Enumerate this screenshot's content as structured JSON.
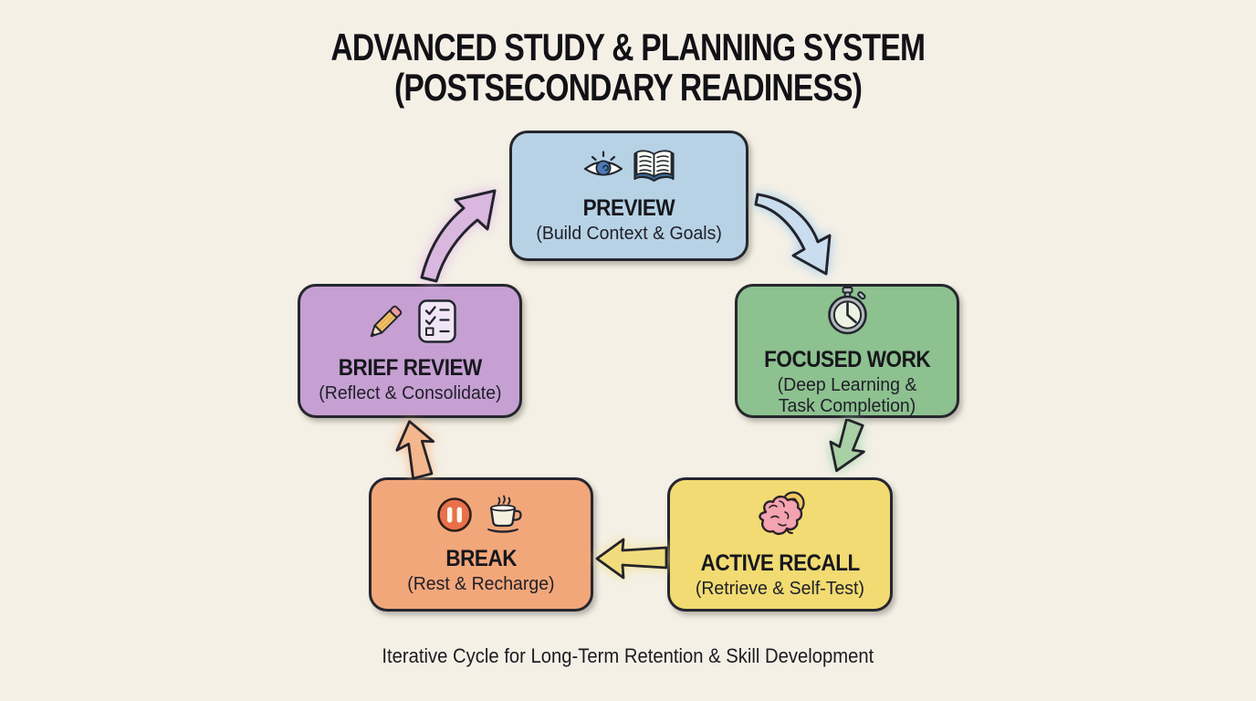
{
  "title": {
    "line1": "ADVANCED STUDY & PLANNING SYSTEM",
    "line2": "(POSTSECONDARY READINESS)"
  },
  "caption": "Iterative Cycle for Long-Term Retention & Skill Development",
  "colors": {
    "background": "#f4f0e6",
    "border": "#26262e",
    "text": "#15151a"
  },
  "nodes": [
    {
      "id": "preview",
      "title": "PREVIEW",
      "subtitle": "(Build Context & Goals)",
      "fill": "#b7d2e5",
      "icons": [
        "eye-icon",
        "open-book-icon"
      ]
    },
    {
      "id": "focused-work",
      "title": "FOCUSED WORK",
      "subtitle": "(Deep Learning & Task Completion)",
      "fill": "#8dc18f",
      "icons": [
        "stopwatch-icon"
      ]
    },
    {
      "id": "active-recall",
      "title": "ACTIVE RECALL",
      "subtitle": "(Retrieve & Self-Test)",
      "fill": "#f1db72",
      "icons": [
        "brain-question-icon"
      ]
    },
    {
      "id": "break",
      "title": "BREAK",
      "subtitle": "(Rest & Recharge)",
      "fill": "#f2a77a",
      "icons": [
        "pause-icon",
        "coffee-cup-icon"
      ]
    },
    {
      "id": "brief-review",
      "title": "BRIEF REVIEW",
      "subtitle": "(Reflect & Consolidate)",
      "fill": "#c6a0d2",
      "icons": [
        "pencil-icon",
        "checklist-icon"
      ]
    }
  ],
  "arrows": [
    {
      "from": "preview",
      "to": "focused-work",
      "color": "#c9ddee",
      "style": "curved down-right"
    },
    {
      "from": "focused-work",
      "to": "active-recall",
      "color": "#a9cfa4",
      "style": "straight down-left"
    },
    {
      "from": "active-recall",
      "to": "break",
      "color": "#f0dc7c",
      "style": "straight left"
    },
    {
      "from": "break",
      "to": "brief-review",
      "color": "#f4b68c",
      "style": "straight up"
    },
    {
      "from": "brief-review",
      "to": "preview",
      "color": "#d9b7de",
      "style": "curved up-right"
    }
  ]
}
